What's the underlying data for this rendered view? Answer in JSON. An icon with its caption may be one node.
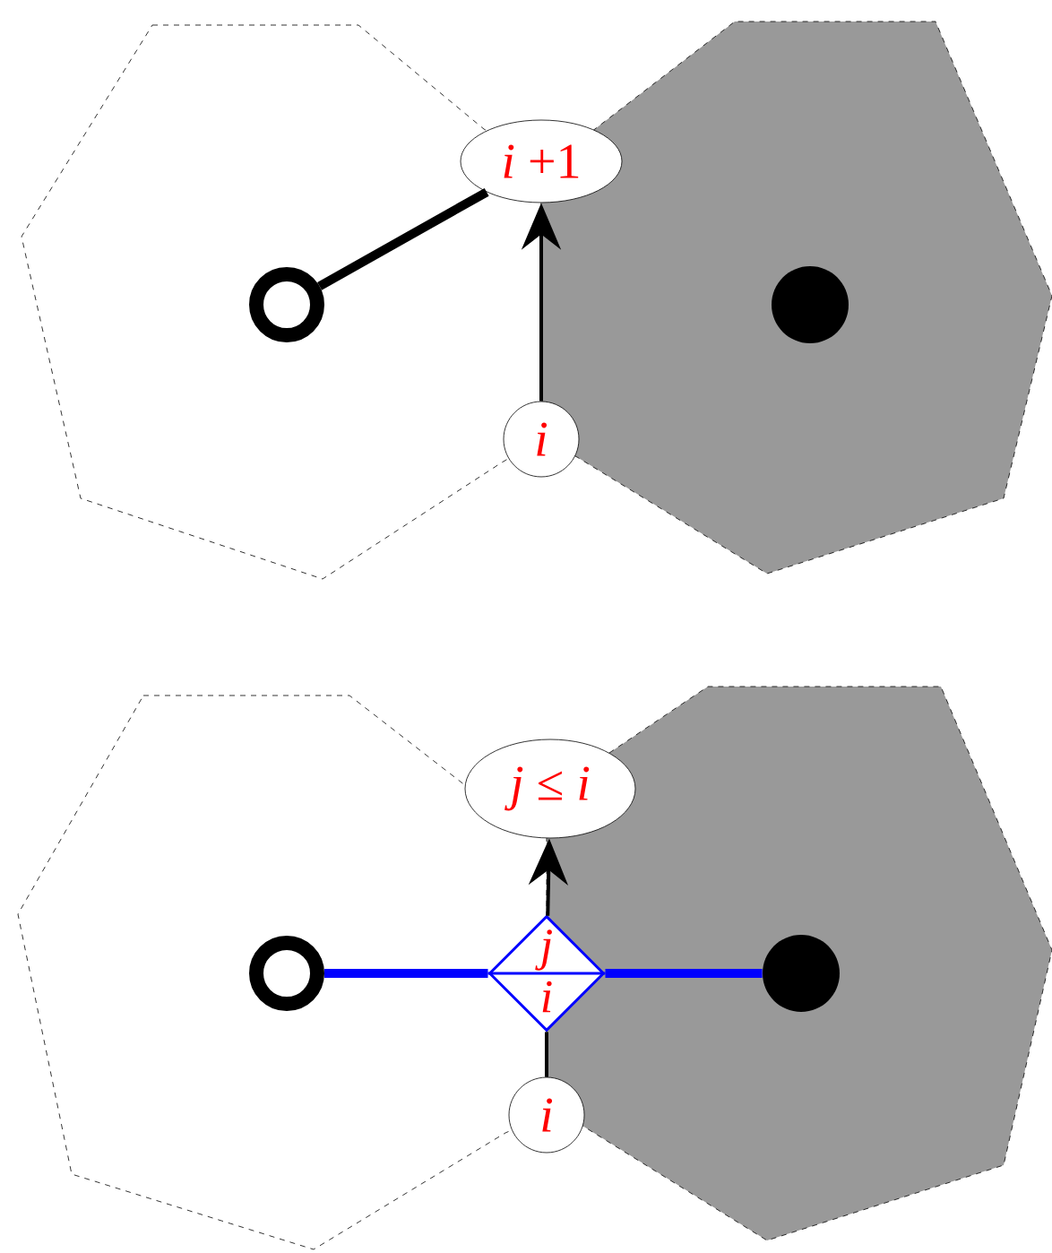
{
  "diagram": {
    "nodes": [
      {
        "text": [],
        "shape": "ring"
      },
      {
        "text": [
          "*i* +1"
        ]
      },
      {
        "text": [
          "i"
        ]
      },
      {
        "text": [],
        "shape": "dot"
      },
      {
        "text": [],
        "shape": "ring"
      },
      {
        "text": [
          "*j* ≤ *i*"
        ]
      },
      {
        "text": [
          "j",
          "i"
        ]
      },
      {
        "text": [
          "i"
        ]
      },
      {
        "text": [],
        "shape": "dot"
      }
    ],
    "edges": [
      {
        "from": 0,
        "to": 1,
        "arrow": "none",
        "style": "thick"
      },
      {
        "from": 2,
        "to": 1,
        "arrow": "to"
      },
      {
        "from": 4,
        "to": 6,
        "arrow": "none",
        "style": "thick",
        "color": "#0000ff"
      },
      {
        "from": 6,
        "to": 8,
        "arrow": "none",
        "style": "thick",
        "color": "#0000ff"
      },
      {
        "from": 7,
        "to": 6,
        "arrow": "none"
      },
      {
        "from": 6,
        "to": 5,
        "arrow": "to"
      }
    ]
  }
}
